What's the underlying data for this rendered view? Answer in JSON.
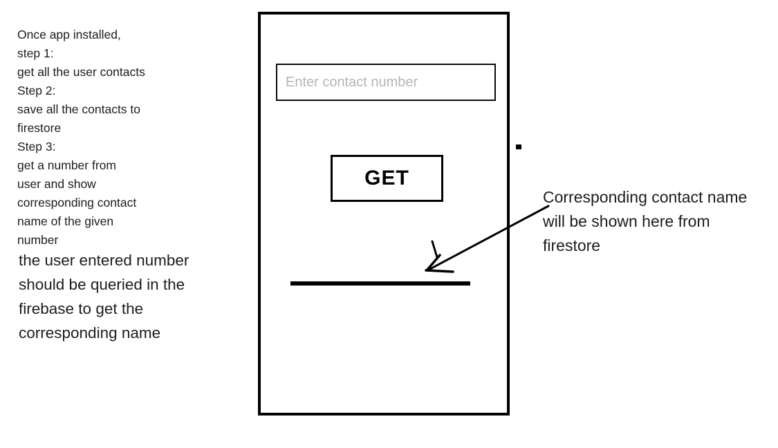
{
  "notes": {
    "steps": [
      "Once app installed,",
      "step 1:",
      "get all the user contacts",
      "Step 2:",
      "save all the contacts to",
      "firestore",
      "Step 3:",
      "get  a number from",
      "user and show",
      "corresponding contact",
      "name of the given",
      "number"
    ],
    "query_lines": [
      "the user entered number",
      "should be queried in the",
      "firebase to get the",
      "corresponding name"
    ]
  },
  "phone": {
    "input_placeholder": "Enter contact number",
    "get_button_label": "GET"
  },
  "annotation": {
    "lines": [
      "Corresponding contact name",
      "will be shown here from",
      "firestore"
    ]
  },
  "colors": {
    "ink": "#000000",
    "placeholder": "#b5b5b5",
    "background": "#ffffff"
  }
}
